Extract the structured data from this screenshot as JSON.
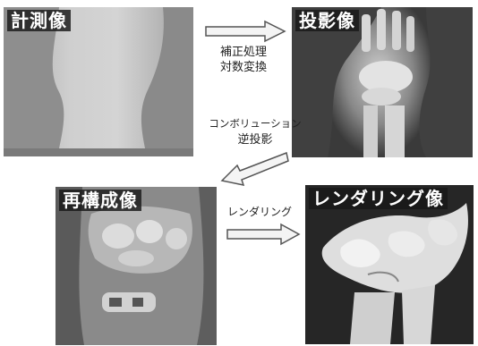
{
  "panels": {
    "measured": {
      "title": "計測像"
    },
    "projection": {
      "title": "投影像"
    },
    "reconstruction": {
      "title": "再構成像"
    },
    "rendering": {
      "title": "レンダリング像"
    }
  },
  "steps": {
    "step1": {
      "line1": "補正処理",
      "line2": "対数変換"
    },
    "step2": {
      "line1": "コンボリューション",
      "line2": "逆投影"
    },
    "step3": {
      "line1": "レンダリング"
    }
  },
  "colors": {
    "arrow_fill": "#f4f4f4",
    "arrow_stroke": "#555555",
    "label_bg": "#1e1e1e"
  }
}
